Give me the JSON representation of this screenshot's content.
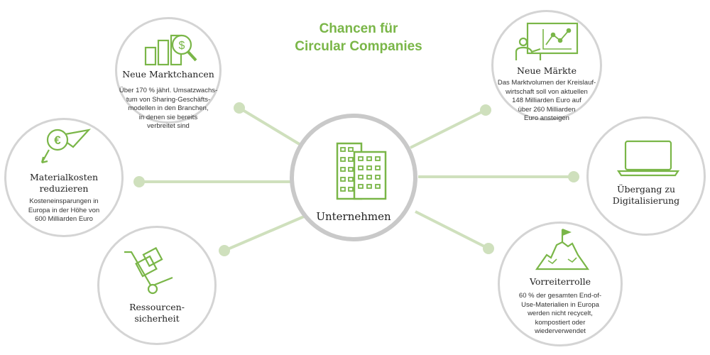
{
  "title": {
    "line1": "Chancen für",
    "line2": "Circular Companies"
  },
  "center": {
    "label": "Unternehmen",
    "icon": "building-icon"
  },
  "colors": {
    "accent": "#7ab648",
    "connector": "#cfe0bd",
    "circle_border": "#d4d4d4"
  },
  "nodes": {
    "neue_marktchancen": {
      "title": "Neue Marktchancen",
      "icon": "market-chart-icon",
      "text": [
        "Über 170 % jährl. Umsatzwachs-",
        "tum von Sharing-Geschäfts-",
        "modellen in den Branchen,",
        "in denen sie bereits",
        "verbreitet sind"
      ]
    },
    "materialkosten": {
      "title_line1": "Materialkosten",
      "title_line2": "reduzieren",
      "icon": "euro-down-icon",
      "text": [
        "Kosteneinsparungen in",
        "Europa in der Höhe von",
        "600 Milliarden Euro"
      ]
    },
    "ressourcen": {
      "title_line1": "Ressourcen-",
      "title_line2": "sicherheit",
      "icon": "hand-truck-icon"
    },
    "neue_maerkte": {
      "title": "Neue Märkte",
      "icon": "presentation-icon",
      "text": [
        "Das Marktvolumen der Kreislauf-",
        "wirtschaft soll  von aktuellen",
        "148 Milliarden Euro auf",
        "über 260 Milliarden",
        "Euro ansteigen"
      ]
    },
    "digitalisierung": {
      "title_line1": "Übergang zu",
      "title_line2": "Digitalisierung",
      "icon": "laptop-icon"
    },
    "vorreiterrolle": {
      "title": "Vorreiterrolle",
      "icon": "mountain-flag-icon",
      "text": [
        "60 % der gesamten End-of-",
        "Use-Materialien in Europa",
        "werden nicht recycelt,",
        "kompostiert oder",
        "wiederverwendet"
      ]
    }
  }
}
